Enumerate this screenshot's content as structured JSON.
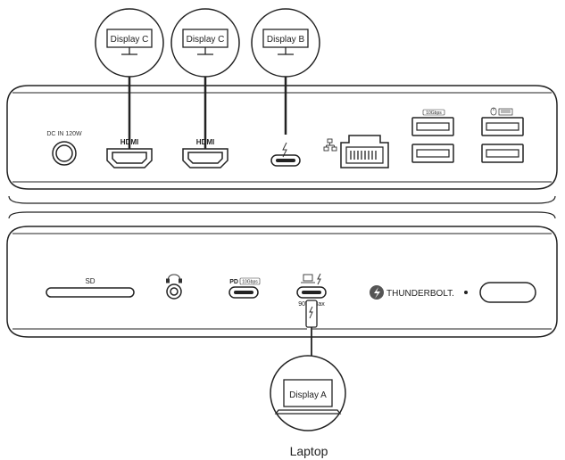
{
  "top_displays": [
    {
      "label": "Display C"
    },
    {
      "label": "Display C"
    },
    {
      "label": "Display B"
    }
  ],
  "rear_panel": {
    "dc_label": "DC IN 120W",
    "hdmi_label": "HDMI",
    "usb_speed_label": "10Gbps",
    "thunderbolt_icon": "thunderbolt-icon",
    "ethernet_icon": "network-icon",
    "mouse_keyboard_icon": "mouse-keyboard-icon"
  },
  "front_panel": {
    "sd_label": "SD",
    "pd_label": "PD",
    "pd_speed_label": "10Gbps",
    "host_power_label": "90W Max",
    "brand_label": "THUNDERBOLT.",
    "headphone_icon": "headphone-icon",
    "laptop_icon": "laptop-icon"
  },
  "laptop": {
    "screen_label": "Display A",
    "caption": "Laptop"
  }
}
